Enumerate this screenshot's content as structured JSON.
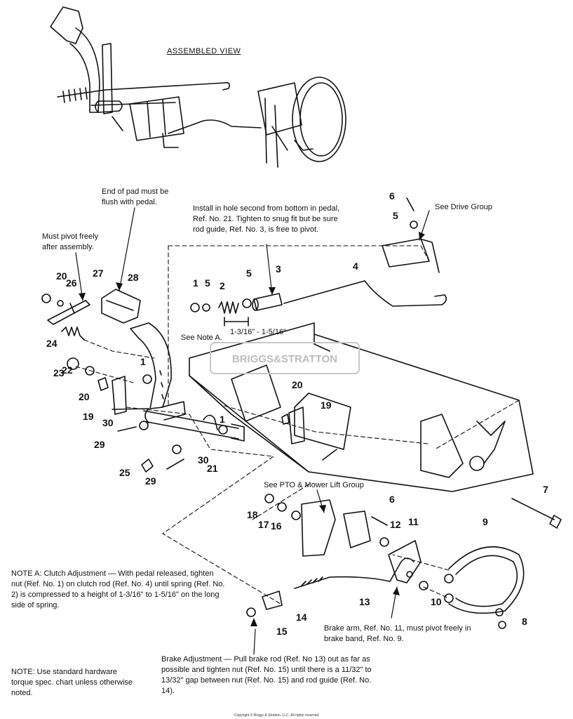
{
  "title": "ASSEMBLED VIEW",
  "watermark": "BRIGGS&STRATTON",
  "callouts": {
    "pad": "End of pad must be flush with pedal.",
    "rod_hole": "Install in hole second from bottom in pedal, Ref. No. 21. Tighten to snug fit but be sure rod guide, Ref. No. 3, is free to pivot.",
    "pivot": "Must pivot freely after assembly.",
    "drive_group": "See Drive Group",
    "pto_group": "See PTO & Mower Lift Group",
    "see_note_a": "See Note A.",
    "spring_length": "1-3/16\" - 1-5/16\"",
    "brake_arm": "Brake arm, Ref. No. 11, must pivot freely in brake band, Ref. No. 9."
  },
  "notes": {
    "note_a": "NOTE A: Clutch Adjustment — With pedal released, tighten nut (Ref. No. 1) on clutch rod (Ref. No. 4) until spring (Ref. No. 2) is compressed to a height of 1-3/16\" to 1-5/16\" on the long side of spring.",
    "brake_adjustment": "Brake Adjustment — Pull brake rod (Ref. No 13) out as far as possible and tighten nut (Ref. No. 15) until there is a 11/32\" to 13/32\" gap between nut (Ref. No. 15) and rod guide (Ref. No. 14).",
    "hardware": "NOTE: Use standard hardware torque spec. chart unless otherwise noted."
  },
  "copyright": "Copyright © Briggs & Stratton, LLC. All rights reserved.",
  "part_numbers": [
    "1",
    "1",
    "1",
    "2",
    "3",
    "4",
    "5",
    "5",
    "5",
    "6",
    "6",
    "7",
    "8",
    "9",
    "10",
    "11",
    "12",
    "13",
    "14",
    "15",
    "16",
    "17",
    "18",
    "19",
    "19",
    "20",
    "20",
    "20",
    "21",
    "22",
    "23",
    "24",
    "25",
    "26",
    "27",
    "28",
    "29",
    "29",
    "30",
    "30"
  ],
  "colors": {
    "ink": "#111111",
    "watermark": "#bdbdbd",
    "background": "#ffffff"
  }
}
